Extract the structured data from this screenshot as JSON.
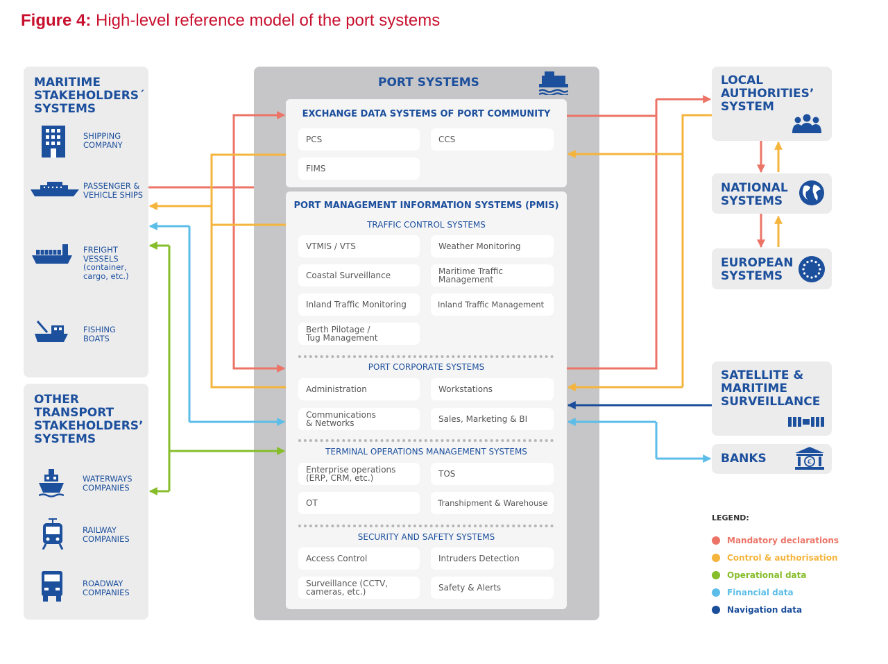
{
  "figure": {
    "label": "Figure 4:",
    "title": "High-level reference model of the port systems"
  },
  "maritime": {
    "title": "MARITIME STAKEHOLDERS´ SYSTEMS",
    "items": [
      {
        "label": "SHIPPING COMPANY",
        "icon": "building-icon"
      },
      {
        "label": "PASSENGER & VEHICLE SHIPS",
        "icon": "passenger-ship-icon"
      },
      {
        "label": "FREIGHT VESSELS (container, cargo, etc.)",
        "icon": "container-ship-icon"
      },
      {
        "label": "FISHING BOATS",
        "icon": "fishing-boat-icon"
      }
    ]
  },
  "other_transport": {
    "title": "OTHER TRANSPORT STAKEHOLDERS’ SYSTEMS",
    "items": [
      {
        "label": "WATERWAYS COMPANIES",
        "icon": "waterway-ship-icon"
      },
      {
        "label": "RAILWAY COMPANIES",
        "icon": "train-icon"
      },
      {
        "label": "ROADWAY COMPANIES",
        "icon": "truck-icon"
      }
    ]
  },
  "port": {
    "title": "PORT SYSTEMS",
    "icon": "port-icon",
    "exchange": {
      "title": "EXCHANGE DATA SYSTEMS OF PORT COMMUNITY",
      "items": [
        "PCS",
        "CCS",
        "FIMS"
      ]
    },
    "pmis": {
      "title": "PORT MANAGEMENT INFORMATION SYSTEMS (PMIS)",
      "traffic": {
        "title": "TRAFFIC CONTROL SYSTEMS",
        "items": [
          "VTMIS / VTS",
          "Weather Monitoring",
          "Coastal Surveillance",
          "Maritime Traffic Management",
          "Inland Traffic Monitoring",
          "Inland Traffic Management",
          "Berth Pilotage / Tug Management"
        ]
      },
      "corporate": {
        "title": "PORT CORPORATE SYSTEMS",
        "items": [
          "Administration",
          "Workstations",
          "Communications & Networks",
          "Sales, Marketing & BI"
        ]
      },
      "terminal": {
        "title": "TERMINAL OPERATIONS MANAGEMENT SYSTEMS",
        "items": [
          "Enterprise operations (ERP, CRM, etc.)",
          "TOS",
          "OT",
          "Transhipment & Warehouse"
        ]
      },
      "security": {
        "title": "SECURITY AND SAFETY SYSTEMS",
        "items": [
          "Access Control",
          "Intruders Detection",
          "Surveillance (CCTV, cameras, etc.)",
          "Safety & Alerts"
        ]
      }
    }
  },
  "right": {
    "local": {
      "title": "LOCAL AUTHORITIES’ SYSTEM",
      "icon": "people-icon"
    },
    "national": {
      "title": "NATIONAL SYSTEMS",
      "icon": "globe-icon"
    },
    "european": {
      "title": "EUROPEAN SYSTEMS",
      "icon": "eu-stars-icon"
    },
    "satellite": {
      "title": "SATELLITE & MARITIME SURVEILLANCE",
      "icon": "satellite-icon"
    },
    "banks": {
      "title": "BANKS",
      "icon": "bank-icon"
    }
  },
  "legend": {
    "title": "LEGEND:",
    "items": [
      {
        "label": "Mandatory declarations",
        "color": "#ec7467"
      },
      {
        "label": "Control & authorisation",
        "color": "#f5b43c"
      },
      {
        "label": "Operational data",
        "color": "#86bd2a"
      },
      {
        "label": "Financial data",
        "color": "#5bbde8"
      },
      {
        "label": "Navigation data",
        "color": "#1a4d9a"
      }
    ]
  },
  "colors": {
    "mandatory": "#ec7467",
    "control": "#f5b43c",
    "operational": "#86bd2a",
    "financial": "#5bbde8",
    "navigation": "#1a4d9a",
    "title_red": "#c8102e",
    "heading_blue": "#1c4f9c"
  }
}
